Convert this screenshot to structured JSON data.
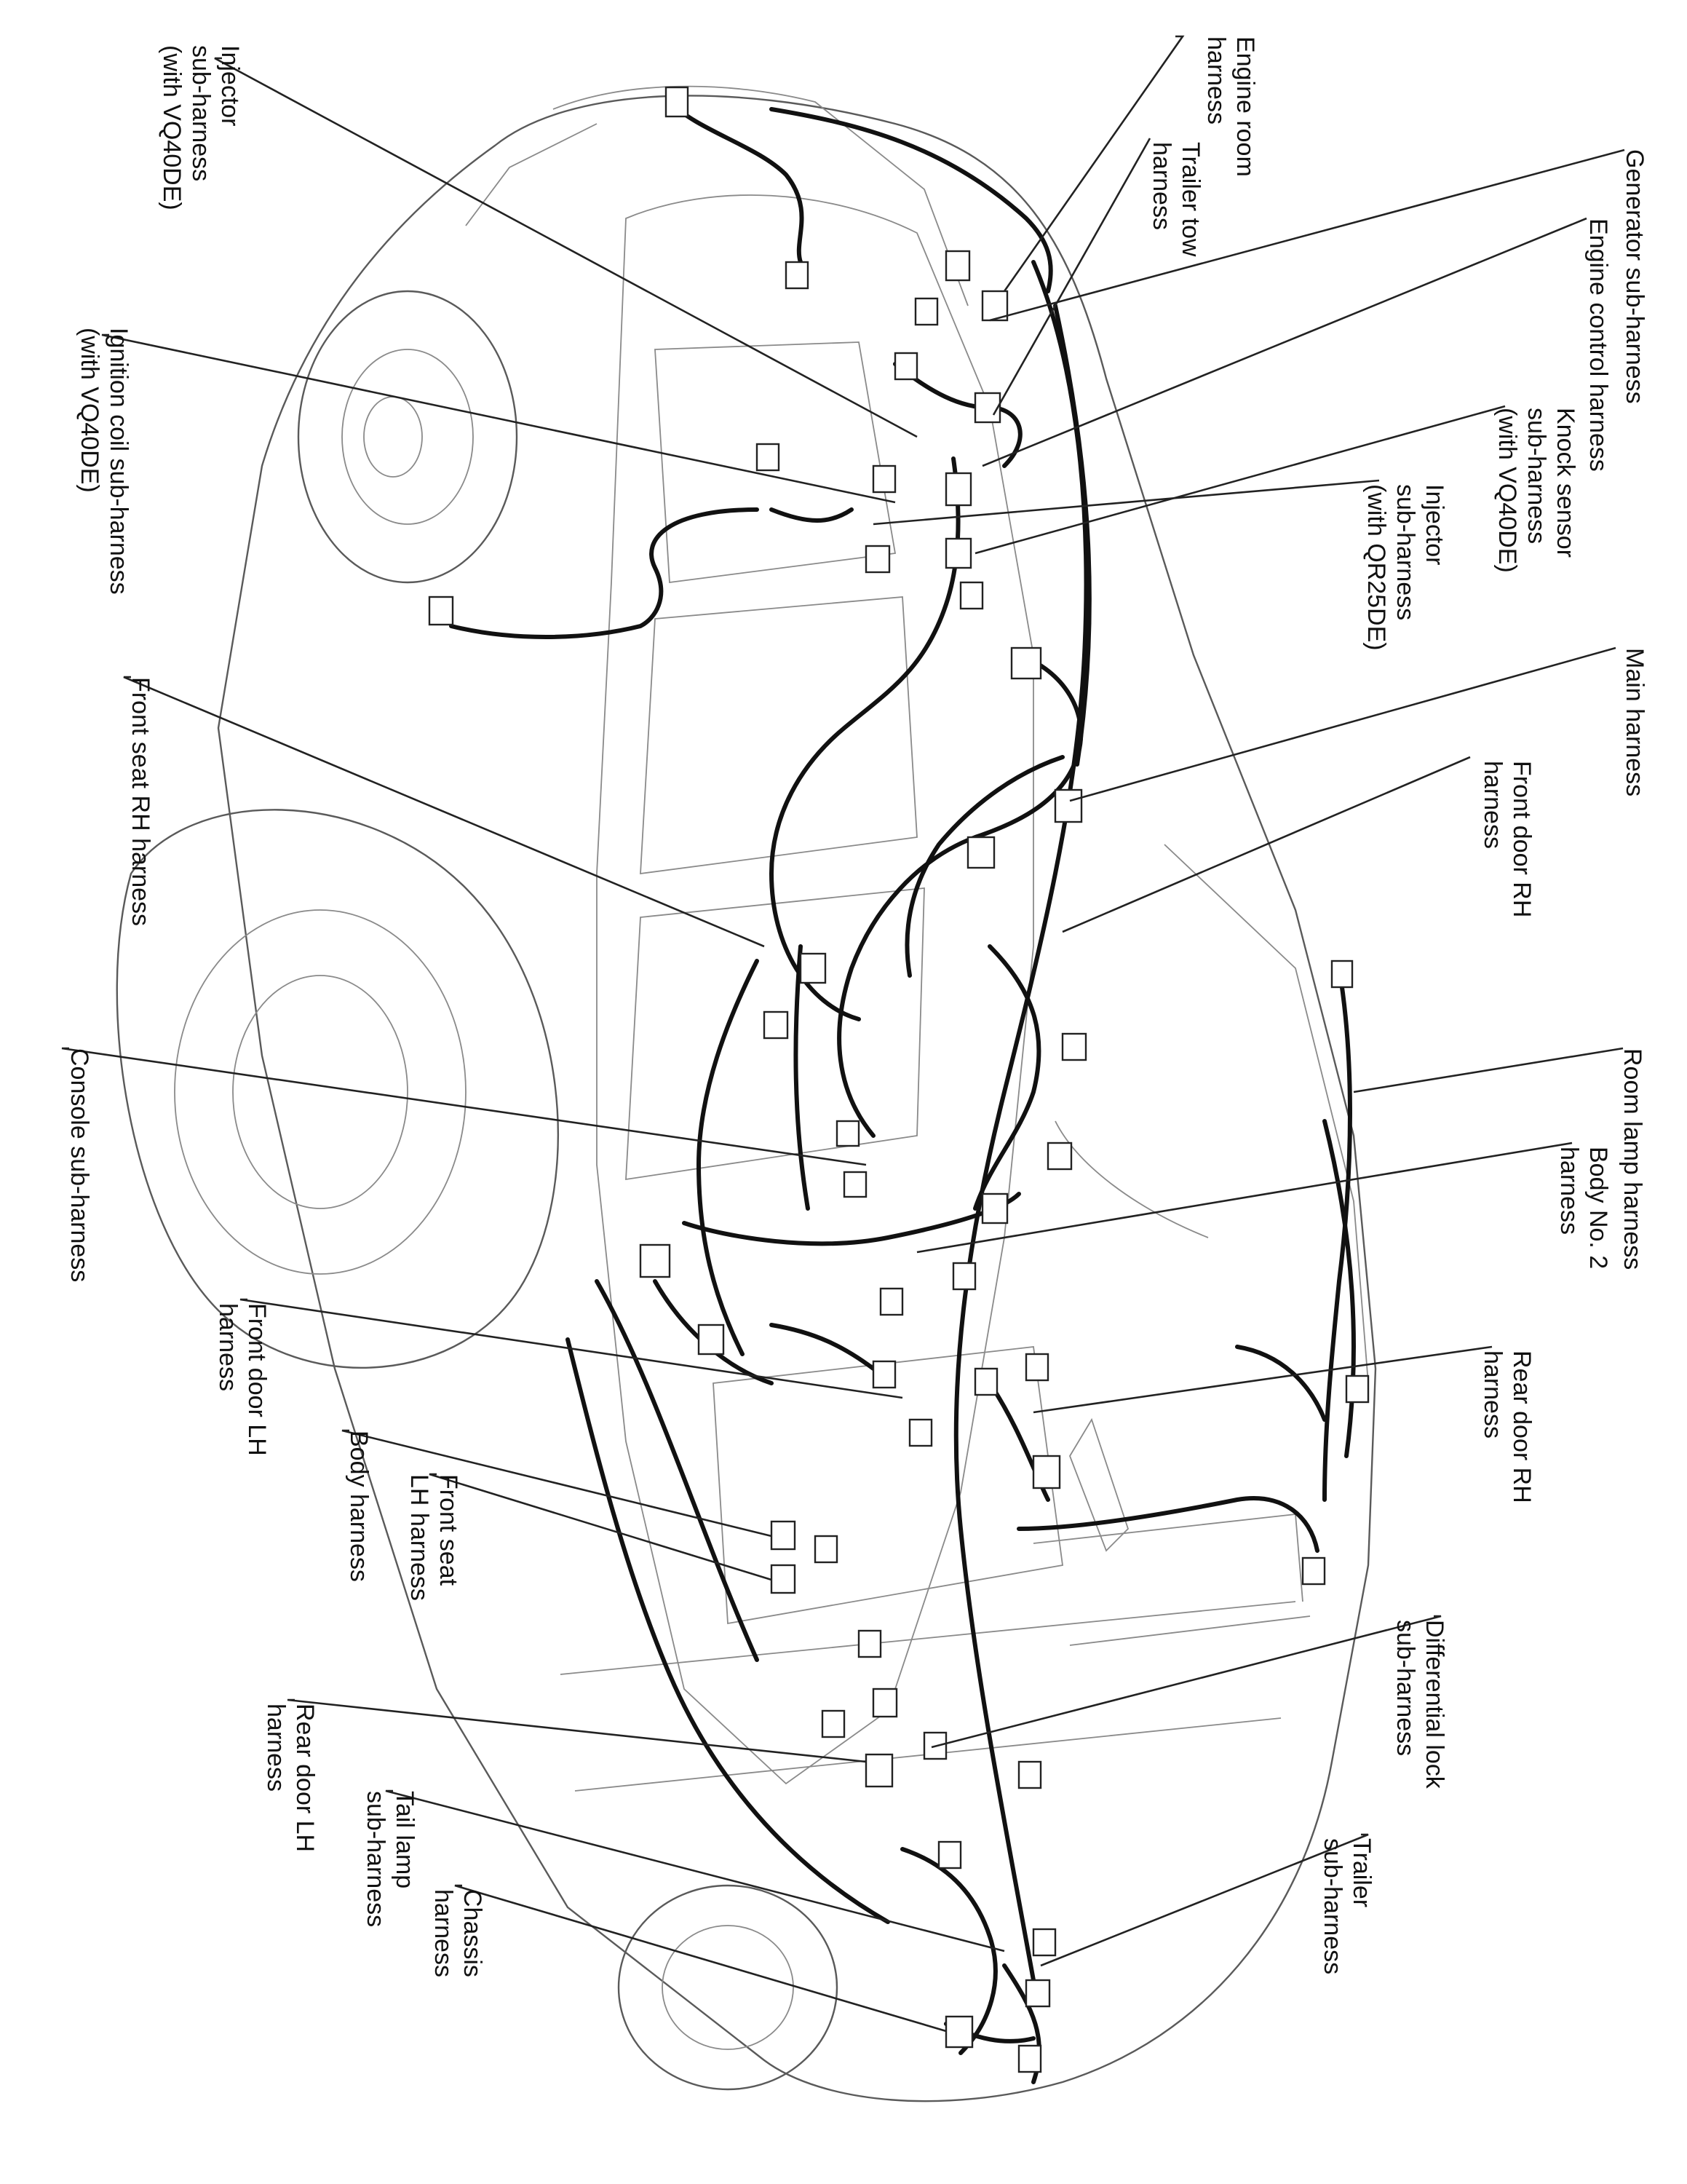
{
  "callouts": [
    {
      "id": "injector-vq40",
      "lines": [
        "Injector",
        "sub-harness",
        "(with VQ40DE)"
      ]
    },
    {
      "id": "engine-room",
      "lines": [
        "Engine room",
        "harness"
      ]
    },
    {
      "id": "trailer-tow",
      "lines": [
        "Trailer tow",
        "harness"
      ]
    },
    {
      "id": "generator-sub",
      "lines": [
        "Generator sub-harness"
      ]
    },
    {
      "id": "engine-control",
      "lines": [
        "Engine control harness"
      ]
    },
    {
      "id": "knock-sensor",
      "lines": [
        "Knock sensor",
        "sub-harness",
        "(with VQ40DE)"
      ]
    },
    {
      "id": "ignition-coil",
      "lines": [
        "Ignition coil sub-harness",
        "(with VQ40DE)"
      ]
    },
    {
      "id": "injector-qr25",
      "lines": [
        "Injector",
        "sub-harness",
        "(with QR25DE)"
      ]
    },
    {
      "id": "main",
      "lines": [
        "Main harness"
      ]
    },
    {
      "id": "front-door-rh",
      "lines": [
        "Front door RH",
        "harness"
      ]
    },
    {
      "id": "front-seat-rh",
      "lines": [
        "Front seat RH harness"
      ]
    },
    {
      "id": "room-lamp",
      "lines": [
        "Room lamp harness"
      ]
    },
    {
      "id": "console-sub",
      "lines": [
        "Console sub-harness"
      ]
    },
    {
      "id": "body-no2",
      "lines": [
        "Body No. 2",
        "harness"
      ]
    },
    {
      "id": "rear-door-rh",
      "lines": [
        "Rear door RH",
        "harness"
      ]
    },
    {
      "id": "front-door-lh",
      "lines": [
        "Front door LH",
        "harness"
      ]
    },
    {
      "id": "body",
      "lines": [
        "Body harness"
      ]
    },
    {
      "id": "front-seat-lh",
      "lines": [
        "Front seat",
        "LH harness"
      ]
    },
    {
      "id": "differential-lock",
      "lines": [
        "Differential lock",
        "sub-harness"
      ]
    },
    {
      "id": "rear-door-lh",
      "lines": [
        "Rear door LH",
        "harness"
      ]
    },
    {
      "id": "tail-lamp",
      "lines": [
        "Tail lamp",
        "sub-harness"
      ]
    },
    {
      "id": "trailer-sub",
      "lines": [
        "Trailer",
        "sub-harness"
      ]
    },
    {
      "id": "chassis",
      "lines": [
        "Chassis",
        "harness"
      ]
    }
  ]
}
